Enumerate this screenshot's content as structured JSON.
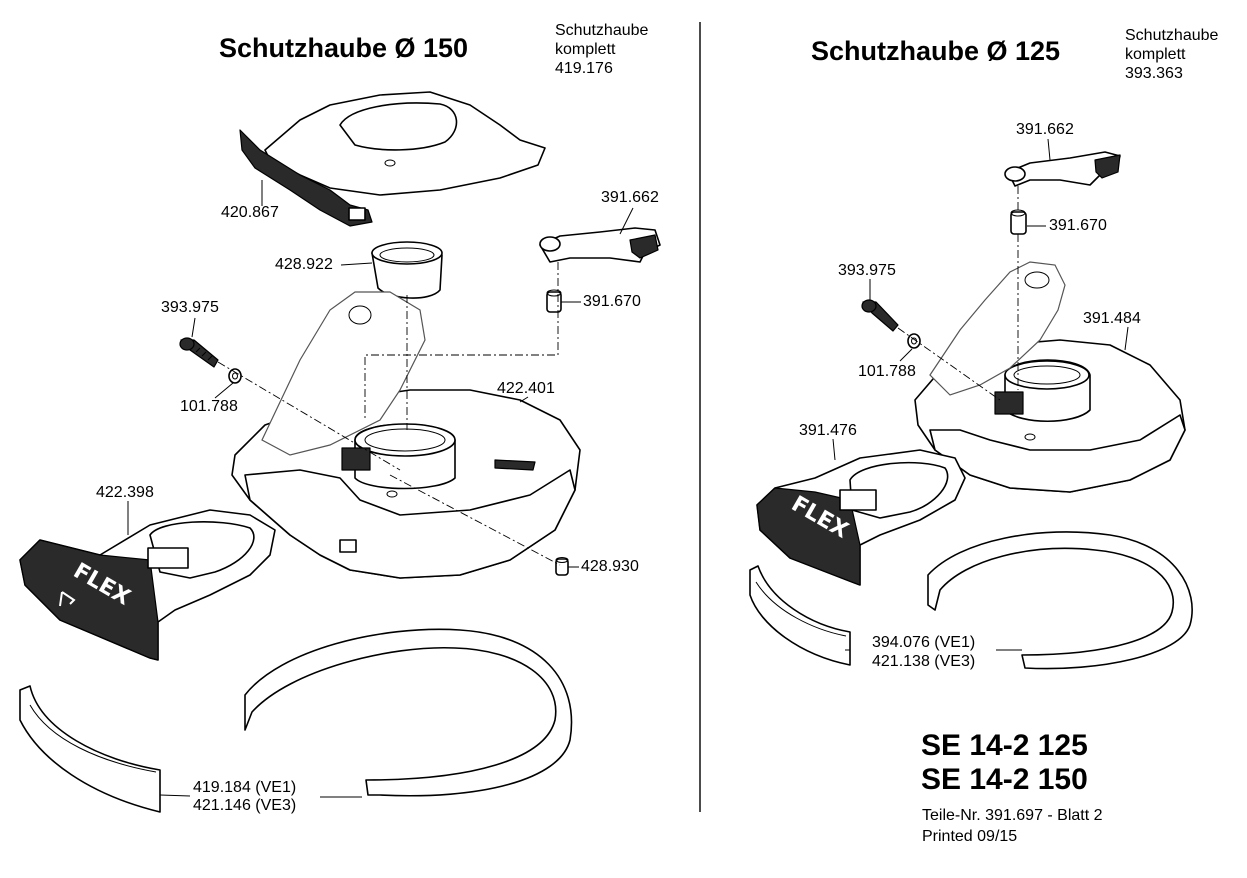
{
  "left": {
    "title": "Schutzhaube Ø 150",
    "komplett": {
      "line1": "Schutzhaube",
      "line2": "komplett",
      "number": "419.176"
    },
    "parts": {
      "p420867": "420.867",
      "p428922": "428.922",
      "p391662": "391.662",
      "p391670": "391.670",
      "p393975": "393.975",
      "p101788": "101.788",
      "p422401": "422.401",
      "p422398": "422.398",
      "p428930": "428.930",
      "p419184": "419.184  (VE1)",
      "p421146": "421.146  (VE3)"
    }
  },
  "right": {
    "title": "Schutzhaube Ø 125",
    "komplett": {
      "line1": "Schutzhaube",
      "line2": "komplett",
      "number": "393.363"
    },
    "parts": {
      "p391662": "391.662",
      "p391670": "391.670",
      "p393975": "393.975",
      "p391484": "391.484",
      "p101788": "101.788",
      "p391476": "391.476",
      "p394076": "394.076  (VE1)",
      "p421138": "421.138  (VE3)"
    }
  },
  "logo_text": "FLEX",
  "models": [
    "SE 14-2 125",
    "SE 14-2 150"
  ],
  "footer": {
    "sheet": "Teile-Nr. 391.697 - Blatt 2",
    "printed": "Printed 09/15"
  }
}
